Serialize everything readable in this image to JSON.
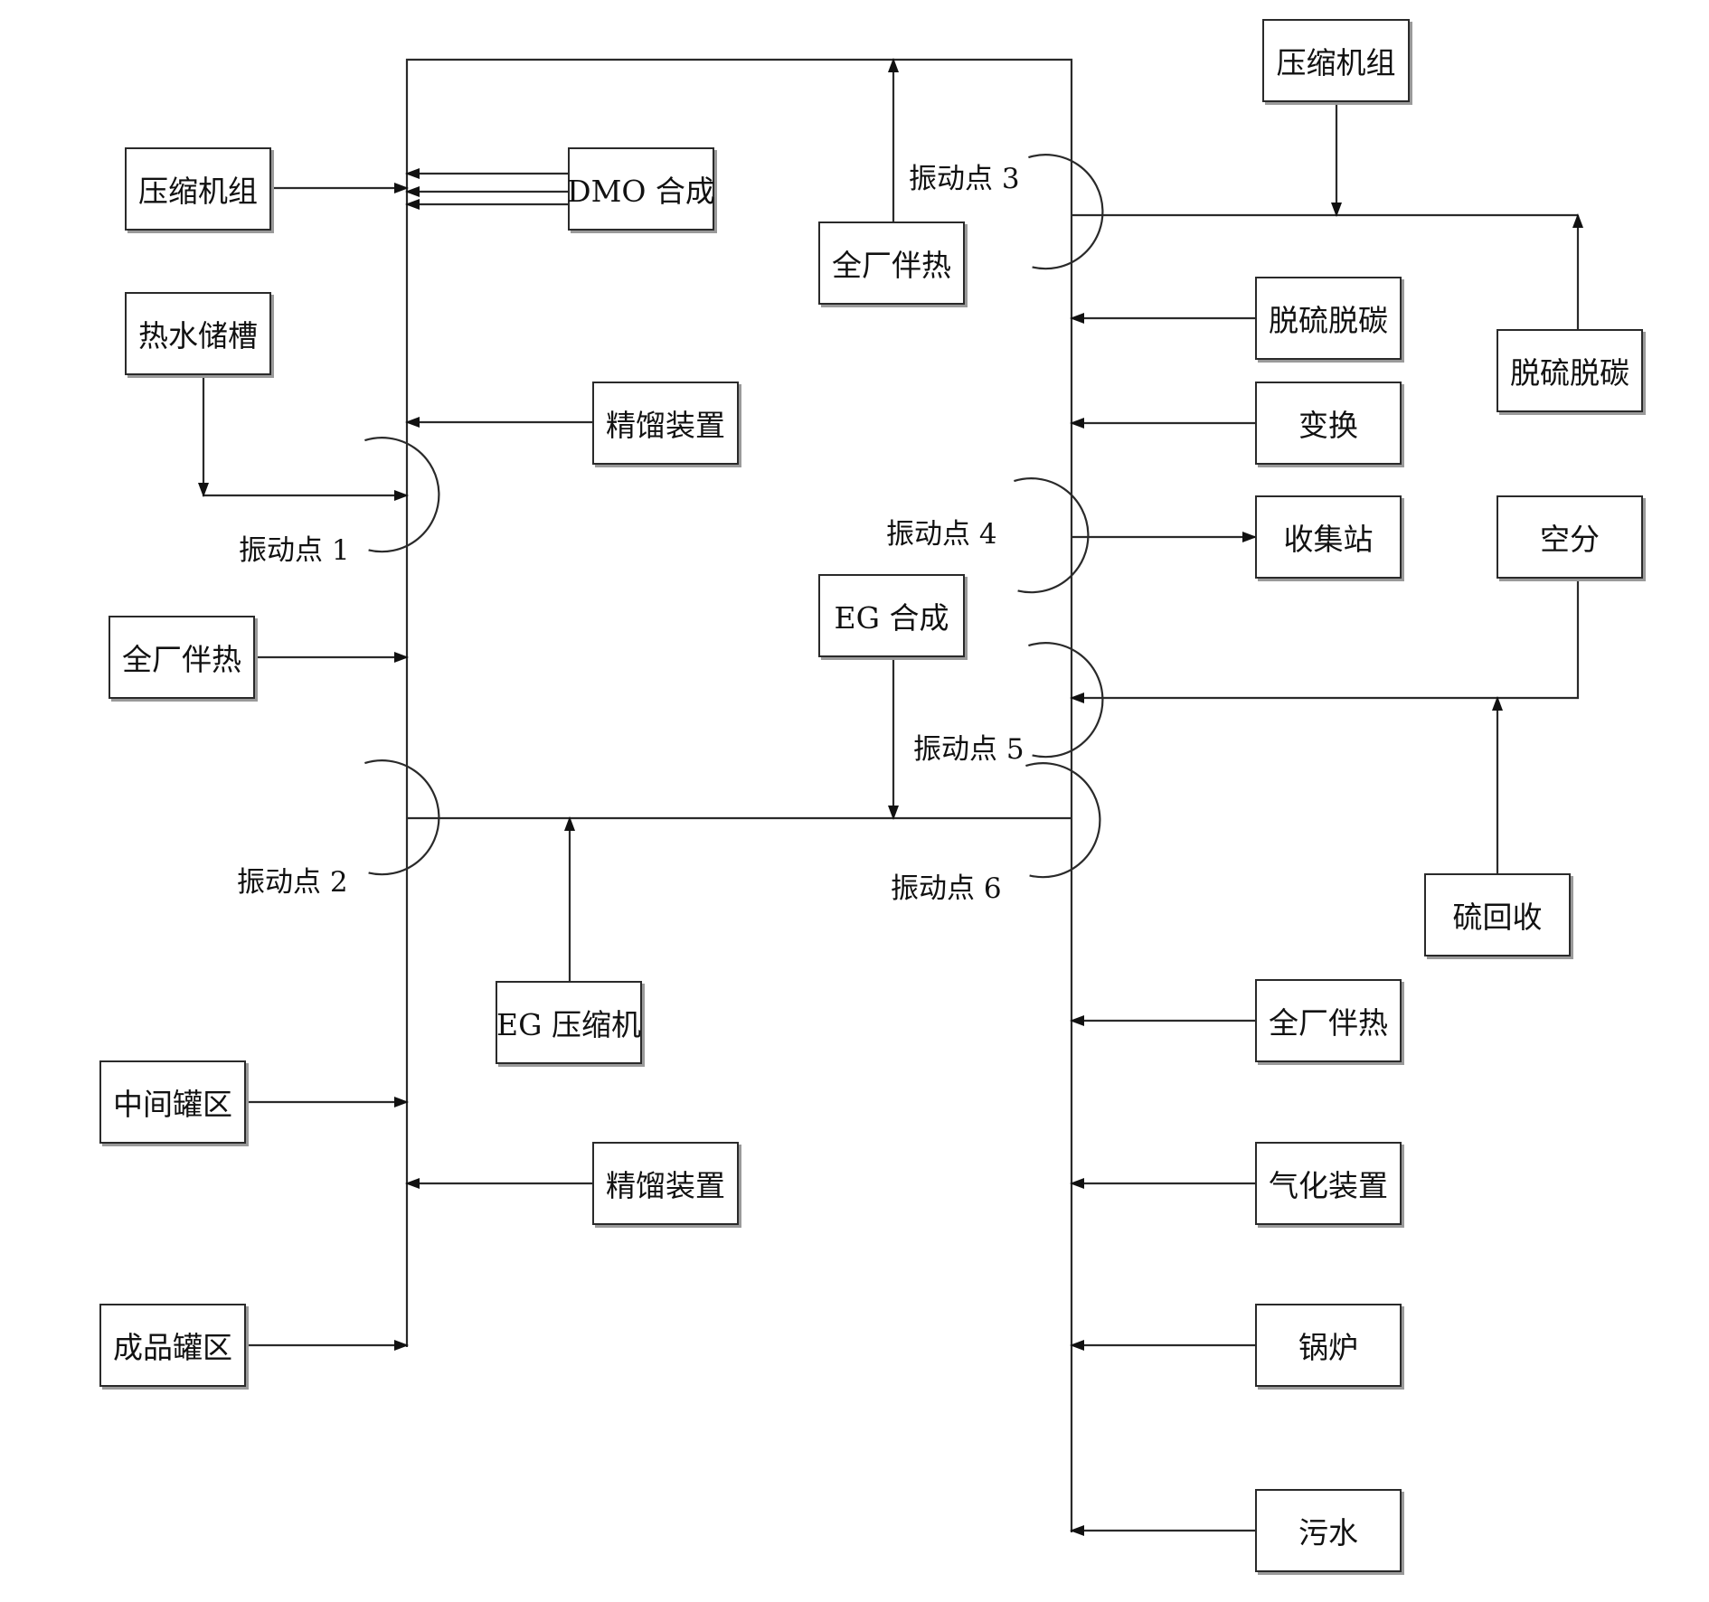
{
  "nodes": {
    "compressor_left": "压缩机组",
    "dmo_synthesis": "DMO 合成",
    "plant_heat_tracing_top": "全厂伴热",
    "compressor_right": "压缩机组",
    "hot_water_tank": "热水储槽",
    "distillation_upper": "精馏装置",
    "desulfur_decarbon_inner": "脱硫脱碳",
    "desulfur_decarbon_outer": "脱硫脱碳",
    "shift_conversion": "变换",
    "collection_station": "收集站",
    "air_separation": "空分",
    "eg_synthesis": "EG 合成",
    "plant_heat_tracing_left": "全厂伴热",
    "sulfur_recovery": "硫回收",
    "eg_compressor": "EG 压缩机",
    "plant_heat_tracing_right": "全厂伴热",
    "intermediate_tank_area": "中间罐区",
    "distillation_lower": "精馏装置",
    "gasification_unit": "气化装置",
    "product_tank_area": "成品罐区",
    "boiler": "锅炉",
    "sewage": "污水"
  },
  "vibration_points": {
    "p1": "振动点 1",
    "p2": "振动点 2",
    "p3": "振动点 3",
    "p4": "振动点 4",
    "p5": "振动点 5",
    "p6": "振动点 6"
  }
}
